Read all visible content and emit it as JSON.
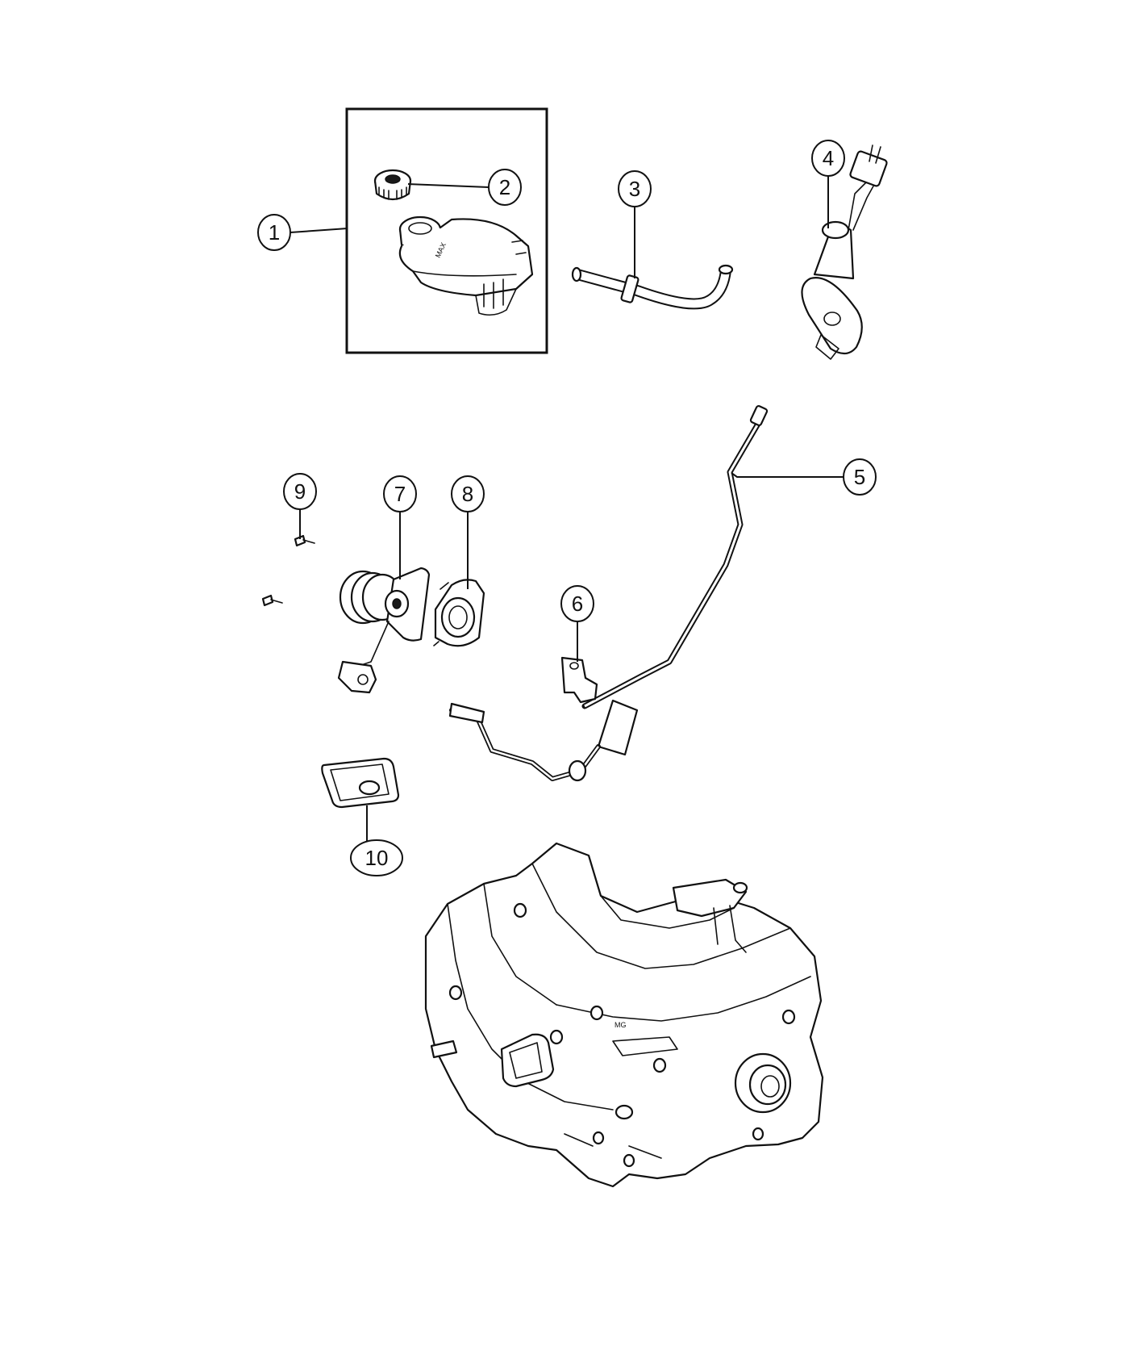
{
  "callouts": [
    {
      "id": "1",
      "label": "1"
    },
    {
      "id": "2",
      "label": "2"
    },
    {
      "id": "3",
      "label": "3"
    },
    {
      "id": "4",
      "label": "4"
    },
    {
      "id": "5",
      "label": "5"
    },
    {
      "id": "6",
      "label": "6"
    },
    {
      "id": "7",
      "label": "7"
    },
    {
      "id": "8",
      "label": "8"
    },
    {
      "id": "9",
      "label": "9"
    },
    {
      "id": "10",
      "label": "10"
    }
  ],
  "markings": {
    "reservoir_text": "MAX",
    "transmission_text": "MG"
  }
}
